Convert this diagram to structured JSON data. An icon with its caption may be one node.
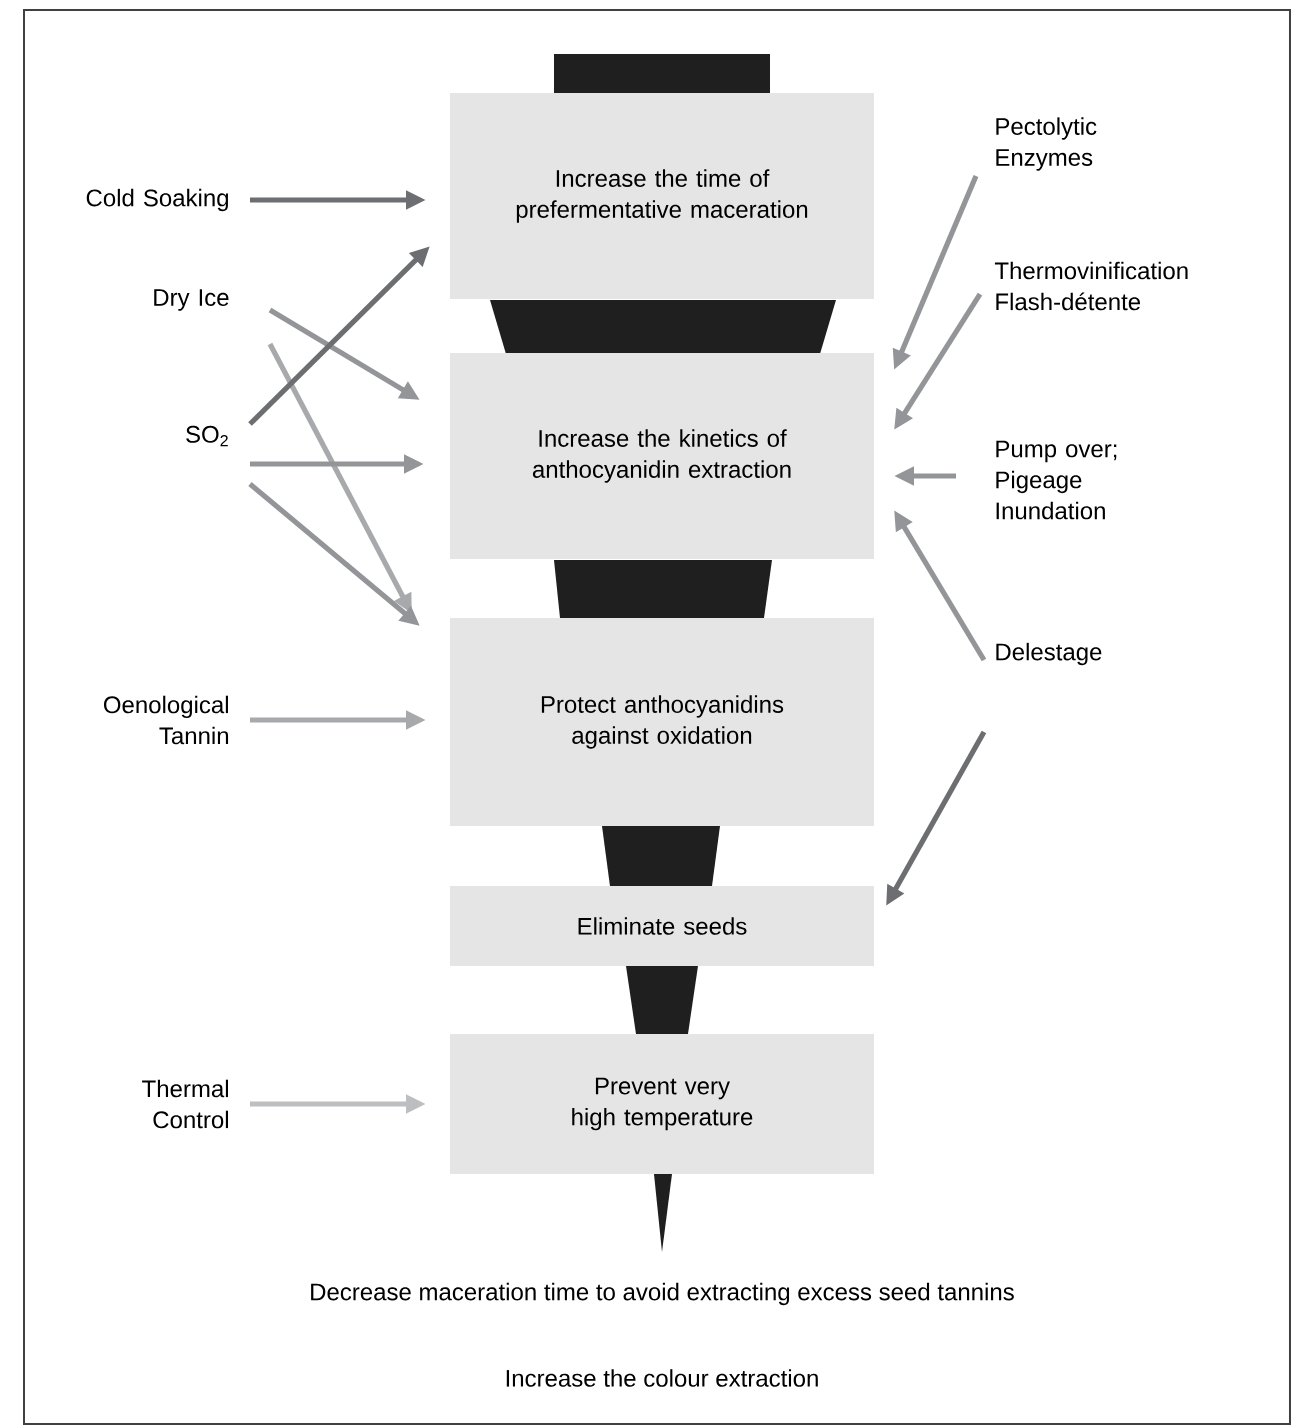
{
  "diagram": {
    "nodes": [
      {
        "text": [
          "Increase the time of prefermentative maceration"
        ]
      },
      {
        "text": [
          "Increase the kinetics of anthocyanidin extraction"
        ]
      },
      {
        "text": [
          "Protect anthocyanidins against oxidation"
        ]
      },
      {
        "text": [
          "Eliminate seeds"
        ]
      },
      {
        "text": [
          "Prevent very high temperature"
        ]
      },
      {
        "text": [
          "Cold Soaking"
        ]
      },
      {
        "text": [
          "Dry Ice"
        ]
      },
      {
        "text": [
          "SO$_{2}$"
        ]
      },
      {
        "text": [
          "Oenological Tannin"
        ]
      },
      {
        "text": [
          "Thermal Control"
        ]
      },
      {
        "text": [
          "Pectolytic Enzymes"
        ]
      },
      {
        "text": [
          "Thermovinification Flash-détente"
        ]
      },
      {
        "text": [
          "Pump over; Pigeage Inundation"
        ]
      },
      {
        "text": [
          "Delestage"
        ]
      }
    ],
    "edges": [
      {
        "from": 5,
        "to": 0,
        "arrow": "to",
        "color": "#6d6e71"
      },
      {
        "from": 6,
        "to": 1,
        "arrow": "to"
      },
      {
        "from": 6,
        "to": 2,
        "arrow": "to",
        "color": "#a7a9ac"
      },
      {
        "from": 7,
        "to": 0,
        "arrow": "to",
        "color": "#6d6e71"
      },
      {
        "from": 7,
        "to": 1,
        "arrow": "to"
      },
      {
        "from": 7,
        "to": 2,
        "arrow": "to"
      },
      {
        "from": 8,
        "to": 2,
        "arrow": "to",
        "color": "#a7a9ac"
      },
      {
        "from": 9,
        "to": 4,
        "arrow": "to",
        "color": "#bcbec0"
      },
      {
        "from": 10,
        "to": 1,
        "arrow": "to"
      },
      {
        "from": 11,
        "to": 1,
        "arrow": "to"
      },
      {
        "from": 12,
        "to": 1,
        "arrow": "to"
      },
      {
        "from": 13,
        "to": 1,
        "arrow": "to"
      },
      {
        "from": 13,
        "to": 3,
        "arrow": "to",
        "color": "#6d6e71"
      }
    ],
    "labels": [
      "Decrease maceration time to avoid extracting excess seed tannins",
      "Increase the colour extraction"
    ]
  }
}
